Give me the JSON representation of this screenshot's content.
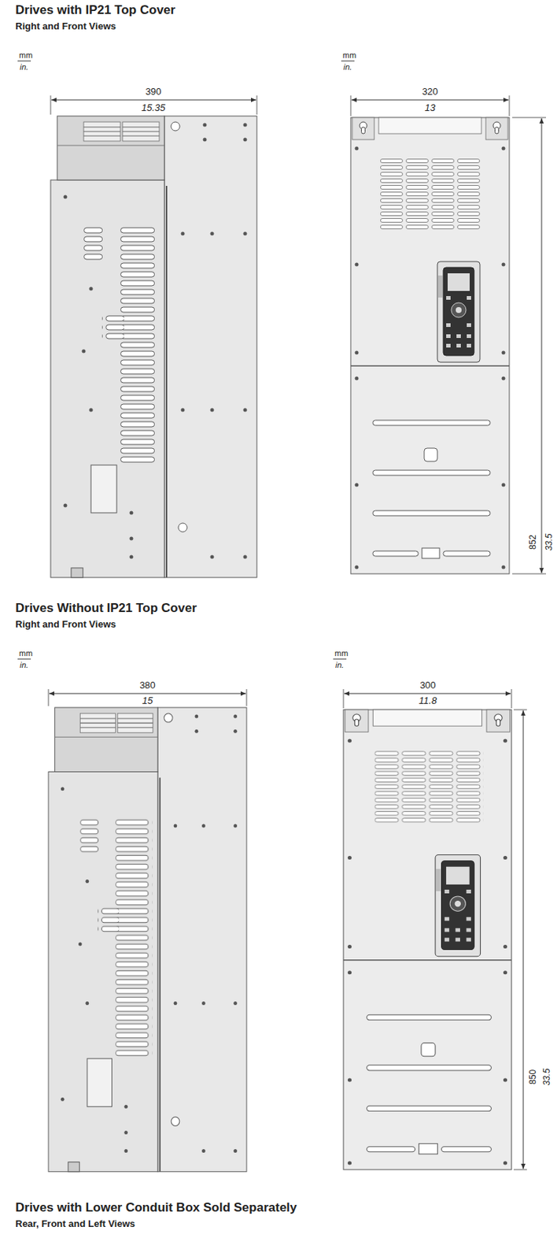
{
  "diagram": {
    "labels": [
      "Drives with IP21 Top Cover",
      "Right and Front Views",
      "mm",
      "in.",
      "390",
      "15.35",
      "mm",
      "in.",
      "320",
      "13",
      "852",
      "33.5",
      "Drives Without IP21 Top Cover",
      "Right and Front Views",
      "mm",
      "in.",
      "380",
      "15",
      "mm",
      "in.",
      "300",
      "11.8",
      "850",
      "33.5",
      "Drives with Lower Conduit Box Sold Separately",
      "Rear, Front and Left Views"
    ]
  }
}
